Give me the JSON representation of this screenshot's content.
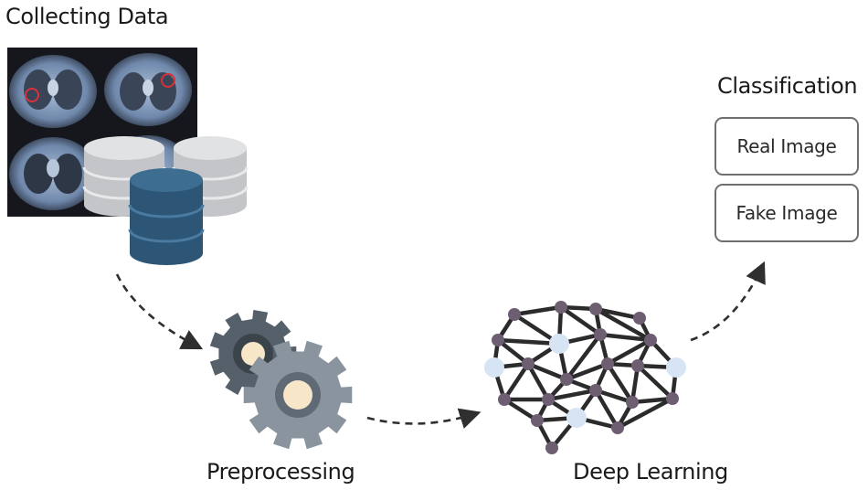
{
  "stages": {
    "collecting": {
      "label": "Collecting Data"
    },
    "preprocessing": {
      "label": "Preprocessing"
    },
    "deep_learning": {
      "label": "Deep Learning"
    },
    "classification": {
      "label": "Classification",
      "outputs": [
        "Real Image",
        "Fake Image"
      ]
    }
  },
  "icons": {
    "ct_scans": "ct-scan-grid-icon",
    "database": "database-icon",
    "gears": "gears-icon",
    "network": "neural-network-brain-icon"
  },
  "colors": {
    "ct_dark": "#1a1c22",
    "ct_tissue": "#7d96b8",
    "db_gray": "#c9cbce",
    "db_blue": "#2f5878",
    "gear_dark": "#56606b",
    "gear_light": "#8a949e",
    "gear_core": "#f7e7c8",
    "node_dark": "#6e5e72",
    "node_light": "#d6e4f4",
    "edge": "#2b2b2b",
    "arrow": "#2f2f2f",
    "box_border": "#6f6f6f"
  }
}
